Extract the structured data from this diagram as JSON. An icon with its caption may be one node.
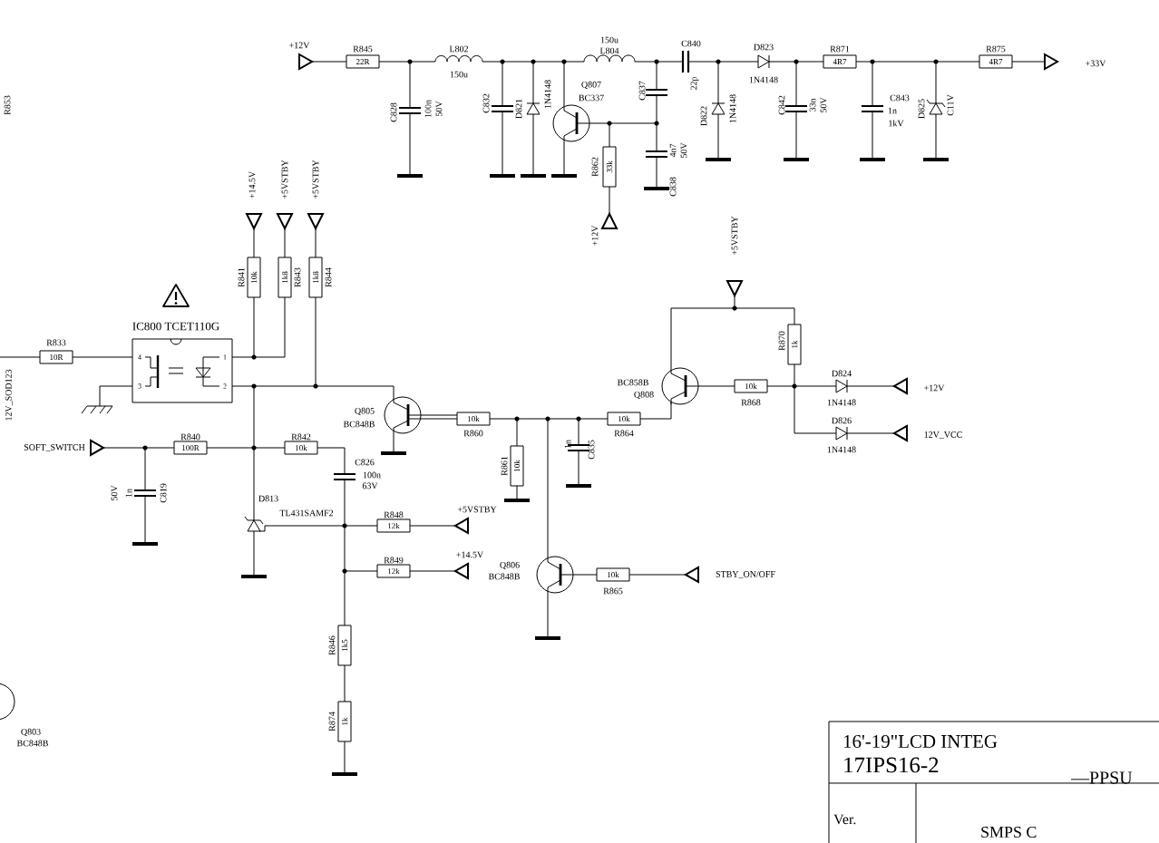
{
  "diagram": {
    "labels": [
      "R853",
      "+12V",
      "R845",
      "22R",
      "L802",
      "150u",
      "C828",
      "100n",
      "50V",
      "C832",
      "D821",
      "1N4148",
      "Q807",
      "BC337",
      "150u",
      "L804",
      "C837",
      "R862",
      "33k",
      "+12V",
      "4n7",
      "50V",
      "C838",
      "C840",
      "22p",
      "D822",
      "1N4148",
      "D823",
      "1N4148",
      "C842",
      "33n",
      "50V",
      "R871",
      "4R7",
      "C843",
      "1n",
      "1kV",
      "D825",
      "C11V",
      "R875",
      "4R7",
      "+33V",
      "+14.5V",
      "+5VSTBY",
      "+5VSTBY",
      "R841",
      "10k",
      "1k8",
      "R843",
      "1k8",
      "R844",
      "IC800 TCET110G",
      "4",
      "3",
      "1",
      "2",
      "R833",
      "10R",
      "12V_SOD123",
      "SOFT_SWITCH",
      "R840",
      "100R",
      "R842",
      "10k",
      "50V",
      "1n",
      "C819",
      "C826",
      "100n",
      "63V",
      "D813",
      "TL431SAMF2",
      "Q805",
      "BC848B",
      "R848",
      "12k",
      "+5VSTBY",
      "R849",
      "12k",
      "+14.5V",
      "10k",
      "R860",
      "R861",
      "10k",
      "1n",
      "C835",
      "10k",
      "R864",
      "BC858B",
      "Q808",
      "+5VSTBY",
      "R870",
      "1k",
      "10k",
      "R868",
      "D824",
      "1N4148",
      "+12V",
      "D826",
      "1N4148",
      "12V_VCC",
      "Q806",
      "BC848B",
      "10k",
      "R865",
      "STBY_ON/OFF",
      "R846",
      "1k5",
      "R874",
      "1k",
      "Q803",
      "BC848B",
      "16'-19\"LCD INTEG",
      "17IPS16-2",
      "—PPSU",
      "Ver.",
      "SMPS C"
    ]
  }
}
